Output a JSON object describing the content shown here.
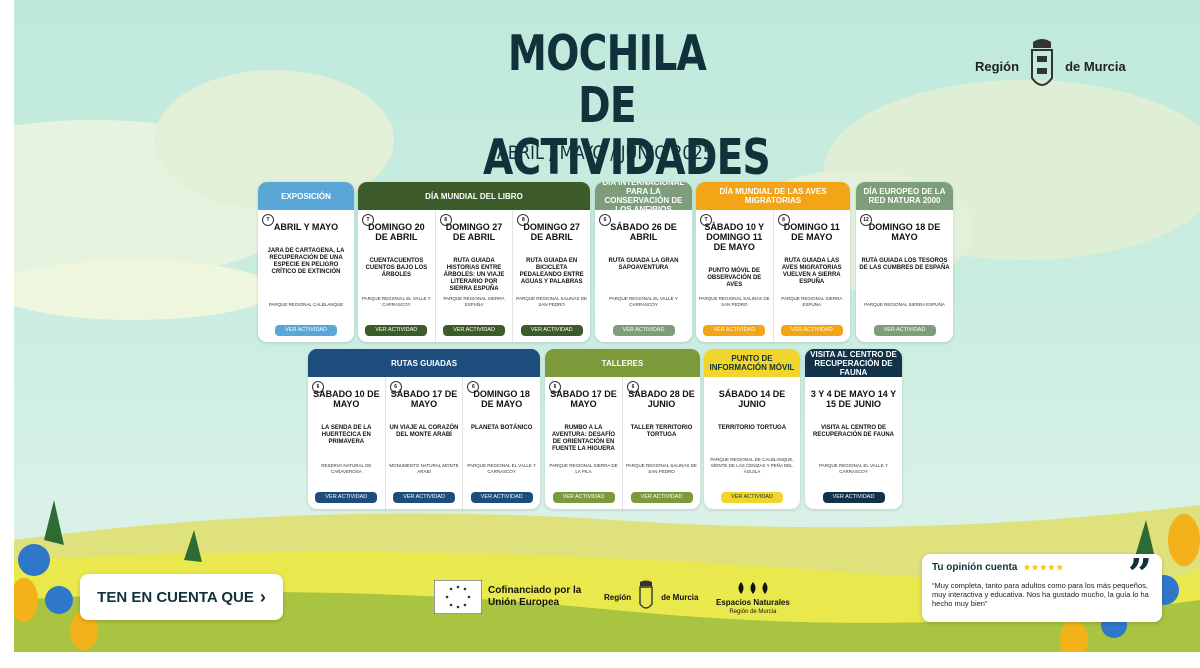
{
  "title_line1": "MOCHILA DE",
  "title_line2": "ACTIVIDADES",
  "subtitle": "ABRIL / MAYO / JUNIO 2025",
  "region": {
    "left": "Región",
    "right": "de Murcia"
  },
  "colors": {
    "blue": "#5aa6d6",
    "darkgreen": "#3d5b2a",
    "sage": "#7e9e7b",
    "orange": "#f3a417",
    "navy": "#1c4d7d",
    "olive": "#7d9a3a",
    "yellow": "#f1d52c",
    "darknavy": "#12324a"
  },
  "row1": [
    {
      "header": "EXPOSICIÓN",
      "color": "#5aa6d6",
      "btn": "#5aa6d6",
      "acts": [
        {
          "age": "T",
          "date": "ABRIL Y MAYO",
          "desc": "JARA DE CARTAGENA, LA RECUPERACIÓN DE UNA ESPECIE EN PELIGRO CRÍTICO DE EXTINCIÓN",
          "loc": "PARQUE REGIONAL CALBLANQUE",
          "btn": "VER ACTIVIDAD"
        }
      ]
    },
    {
      "header": "DÍA MUNDIAL DEL LIBRO",
      "color": "#3d5b2a",
      "btn": "#3d5b2a",
      "acts": [
        {
          "age": "T",
          "date": "DOMINGO 20 DE ABRIL",
          "desc": "CUENTACUENTOS CUENTOS BAJO LOS ÁRBOLES",
          "loc": "PARQUE REGIONAL EL VALLE Y CARRASCOY",
          "btn": "VER ACTIVIDAD"
        },
        {
          "age": "8",
          "date": "DOMINGO 27 DE ABRIL",
          "desc": "RUTA GUIADA HISTORIAS ENTRE ÁRBOLES: UN VIAJE LITERARIO POR SIERRA ESPUÑA",
          "loc": "PARQUE REGIONAL SIERRA ESPUÑA",
          "btn": "VER ACTIVIDAD"
        },
        {
          "age": "8",
          "date": "DOMINGO 27 DE ABRIL",
          "desc": "RUTA GUIADA EN BICICLETA PEDALEANDO ENTRE AGUAS Y PALABRAS",
          "loc": "PARQUE REGIONAL SALINAS DE SAN PEDRO",
          "btn": "VER ACTIVIDAD"
        }
      ]
    },
    {
      "header": "DÍA INTERNACIONAL PARA LA CONSERVACIÓN DE LOS ANFIBIOS",
      "color": "#7e9e7b",
      "btn": "#7e9e7b",
      "acts": [
        {
          "age": "6",
          "date": "SÁBADO 26 DE ABRIL",
          "desc": "RUTA GUIADA LA GRAN SAPOAVENTURA",
          "loc": "PARQUE REGIONAL EL VALLE Y CARRASCOY",
          "btn": "VER ACTIVIDAD"
        }
      ]
    },
    {
      "header": "DÍA MUNDIAL DE LAS AVES MIGRATORIAS",
      "color": "#f3a417",
      "btn": "#f3a417",
      "acts": [
        {
          "age": "T",
          "date": "SÁBADO 10 Y DOMINGO 11 DE MAYO",
          "desc": "PUNTO MÓVIL DE OBSERVACIÓN DE AVES",
          "loc": "PARQUE REGIONAL SALINAS DE SAN PEDRO",
          "btn": "VER ACTIVIDAD"
        },
        {
          "age": "8",
          "date": "DOMINGO 11 DE MAYO",
          "desc": "RUTA GUIADA LAS AVES MIGRATORIAS VUELVEN A SIERRA ESPUÑA",
          "loc": "PARQUE REGIONAL SIERRA ESPUÑA",
          "btn": "VER ACTIVIDAD"
        }
      ]
    },
    {
      "header": "DÍA EUROPEO DE LA RED NATURA 2000",
      "color": "#7e9e7b",
      "btn": "#7e9e7b",
      "acts": [
        {
          "age": "12",
          "date": "DOMINGO 18 DE MAYO",
          "desc": "RUTA GUIADA LOS TESOROS DE LAS CUMBRES DE ESPAÑA",
          "loc": "PARQUE REGIONAL SIERRA ESPUÑA",
          "btn": "VER ACTIVIDAD"
        }
      ]
    }
  ],
  "row2": [
    {
      "header": "RUTAS GUIADAS",
      "color": "#1c4d7d",
      "btn": "#1c4d7d",
      "acts": [
        {
          "age": "6",
          "date": "SÁBADO 10 DE MAYO",
          "desc": "LA SENDA DE LA HUERTECICA EN PRIMAVERA",
          "loc": "RESERVA NATURAL DE CAÑAVEROSA",
          "btn": "VER ACTIVIDAD"
        },
        {
          "age": "6",
          "date": "SÁBADO 17 DE MAYO",
          "desc": "UN VIAJE AL CORAZÓN DEL MONTE ARABÍ",
          "loc": "MONUMENTO NATURAL MONTE ARABÍ",
          "btn": "VER ACTIVIDAD"
        },
        {
          "age": "6",
          "date": "DOMINGO 18 DE MAYO",
          "desc": "PLANETA BOTÁNICO",
          "loc": "PARQUE REGIONAL EL VALLE Y CARRASCOY",
          "btn": "VER ACTIVIDAD"
        }
      ]
    },
    {
      "header": "TALLERES",
      "color": "#7d9a3a",
      "btn": "#7d9a3a",
      "acts": [
        {
          "age": "6",
          "date": "SÁBADO 17 DE MAYO",
          "desc": "RUMBO A LA AVENTURA: DESAFÍO DE ORIENTACIÓN EN FUENTE LA HIGUERA",
          "loc": "PARQUE REGIONAL SIERRA DE LA PILA",
          "btn": "VER ACTIVIDAD"
        },
        {
          "age": "6",
          "date": "SÁBADO 28 DE JUNIO",
          "desc": "TALLER TERRITORIO TORTUGA",
          "loc": "PARQUE REGIONAL SALINAS DE SAN PEDRO",
          "btn": "VER ACTIVIDAD"
        }
      ]
    },
    {
      "header": "PUNTO DE INFORMACIÓN MÓVIL",
      "color": "#f1d52c",
      "btn": "#f1d52c",
      "headText": "#10323a",
      "acts": [
        {
          "age": "",
          "date": "SÁBADO 14 DE JUNIO",
          "desc": "TERRITORIO TORTUGA",
          "loc": "PARQUE REGIONAL DE CALBLANQUE, MONTE DE LAS CENIZAS Y PEÑA DEL ÁGUILA",
          "btn": "VER ACTIVIDAD",
          "btnText": "#10323a"
        }
      ]
    },
    {
      "header": "VISITA AL CENTRO DE RECUPERACIÓN DE FAUNA",
      "color": "#12324a",
      "btn": "#12324a",
      "acts": [
        {
          "age": "",
          "date": "3 Y 4 DE MAYO 14 Y 15 DE JUNIO",
          "desc": "VISITA AL CENTRO DE RECUPERACIÓN DE FAUNA",
          "loc": "PARQUE REGIONAL EL VALLE Y CARRASCOY",
          "btn": "VER ACTIVIDAD"
        }
      ]
    }
  ],
  "ten_cuenta": "TEN EN CUENTA QUE",
  "eu": "Cofinanciado por la Unión Europea",
  "region_small": {
    "left": "Región",
    "right": "de Murcia"
  },
  "espacios": {
    "title": "Espacios Naturales",
    "sub": "Región de Murcia"
  },
  "opinion": {
    "title": "Tu opinión cuenta",
    "stars": "★★★★★",
    "text": "“Muy completa, tanto para adultos como para los más pequeños, muy interactiva y educativa. Nos ha gustado mucho, la guía lo ha hecho muy bien”"
  }
}
